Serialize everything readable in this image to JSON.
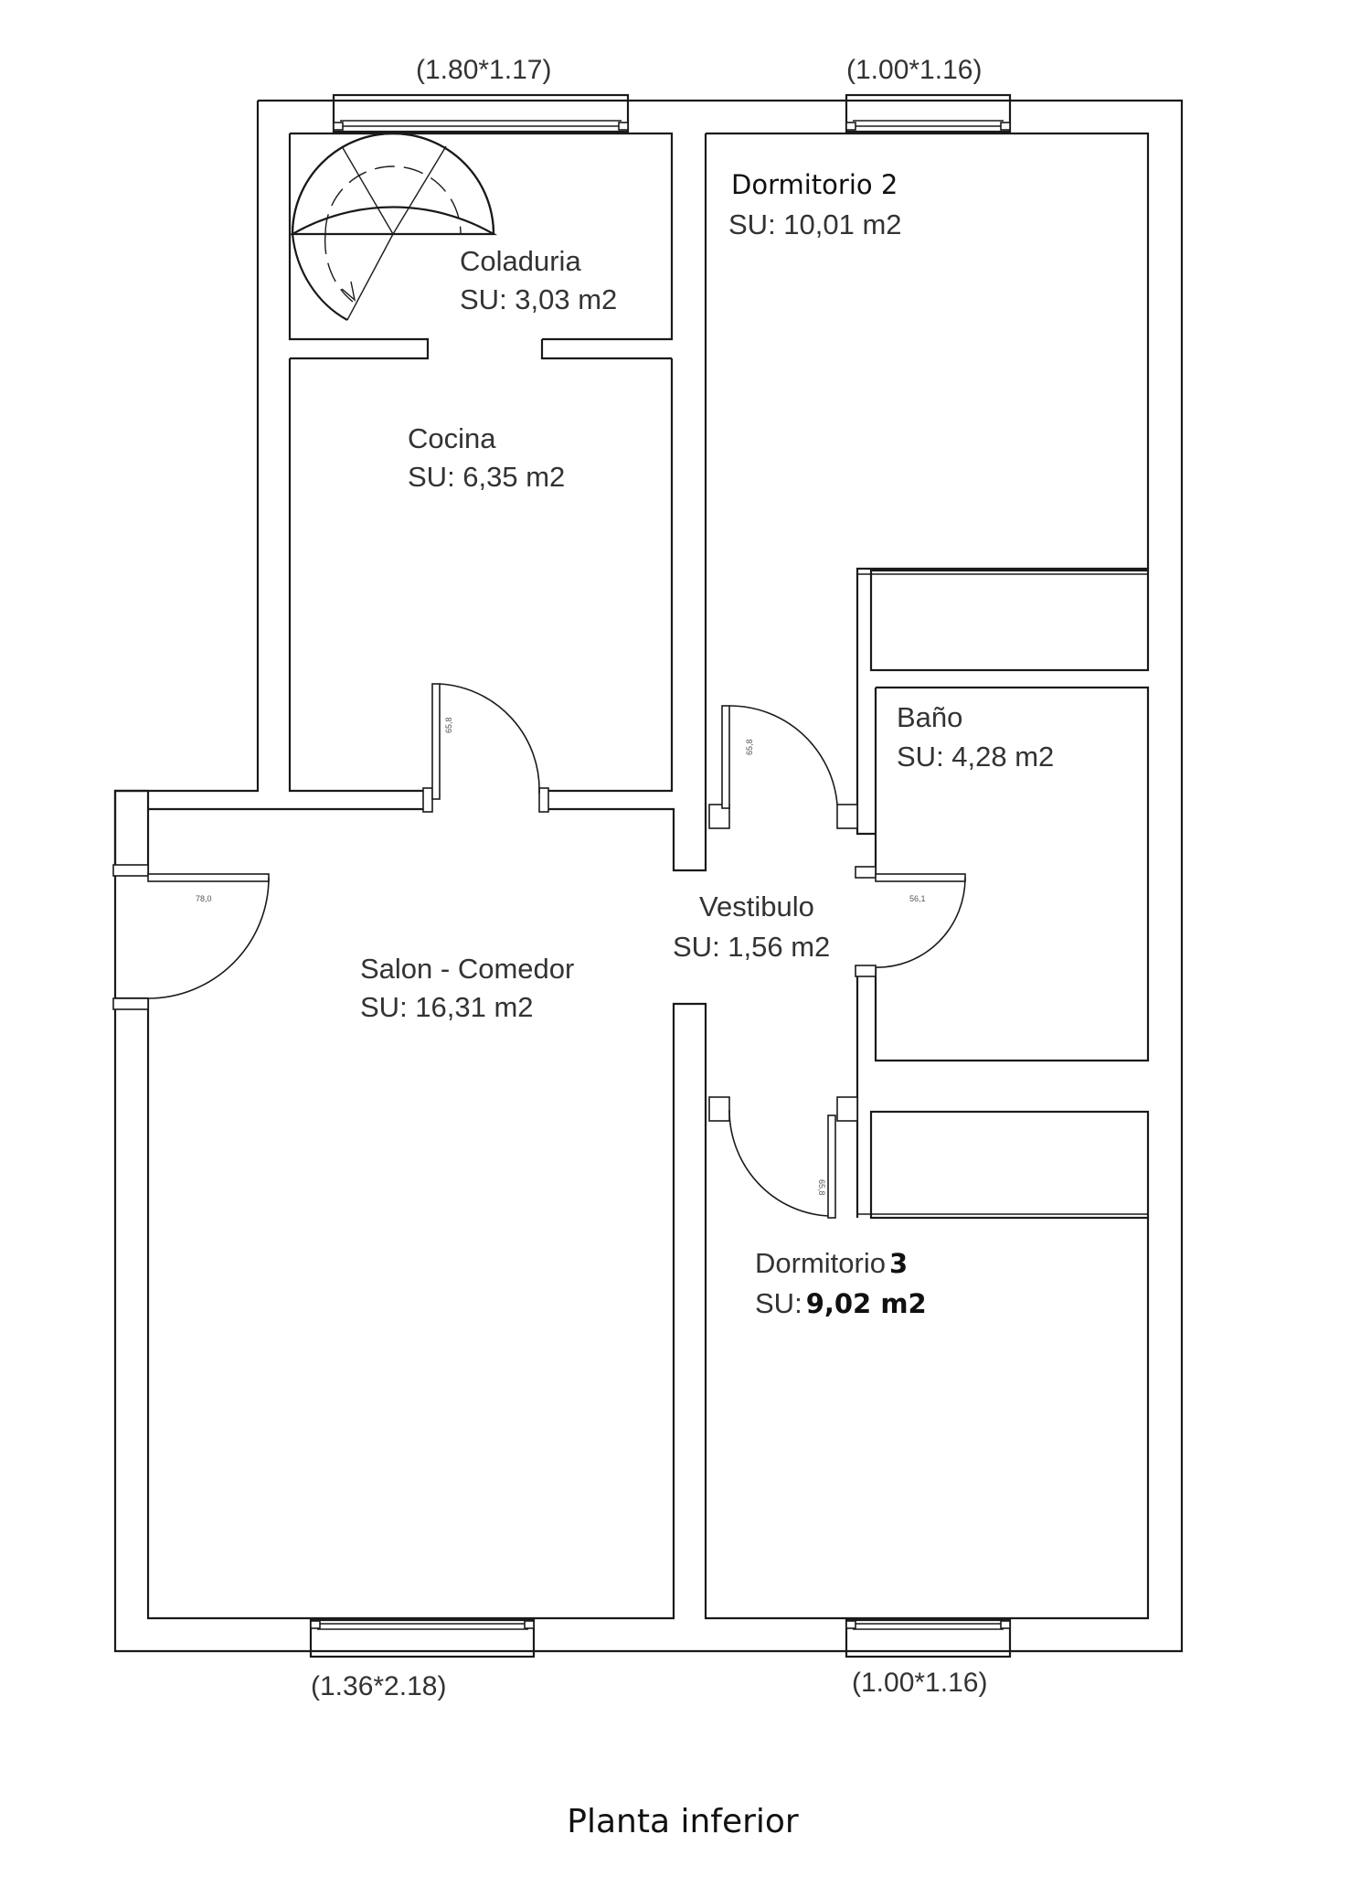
{
  "rooms": {
    "coladuria": {
      "name": "Coladuria",
      "area": "SU: 3,03 m2"
    },
    "dormitorio2": {
      "name": "Dormitorio 2",
      "area": "SU: 10,01 m2"
    },
    "cocina": {
      "name": "Cocina",
      "area": "SU: 6,35 m2"
    },
    "bano": {
      "name": "Baño",
      "area": "SU: 4,28 m2"
    },
    "vestibulo": {
      "name": "Vestibulo",
      "area": "SU: 1,56 m2"
    },
    "salon": {
      "name": "Salon - Comedor",
      "area": "SU: 16,31 m2"
    },
    "dormitorio3": {
      "name_prefix": "Dormitorio",
      "name_number": "3",
      "area_prefix": "SU:",
      "area_value": "9,02 m2"
    }
  },
  "windows": {
    "top_left": "(1.80*1.17)",
    "top_right": "(1.00*1.16)",
    "bottom_left": "(1.36*2.18)",
    "bottom_right": "(1.00*1.16)"
  },
  "doors": {
    "kitchen": "65,8",
    "dorm2": "65,8",
    "entrance": "78,0",
    "bath": "56,1",
    "dorm3": "65,8"
  },
  "caption": "Planta inferior"
}
